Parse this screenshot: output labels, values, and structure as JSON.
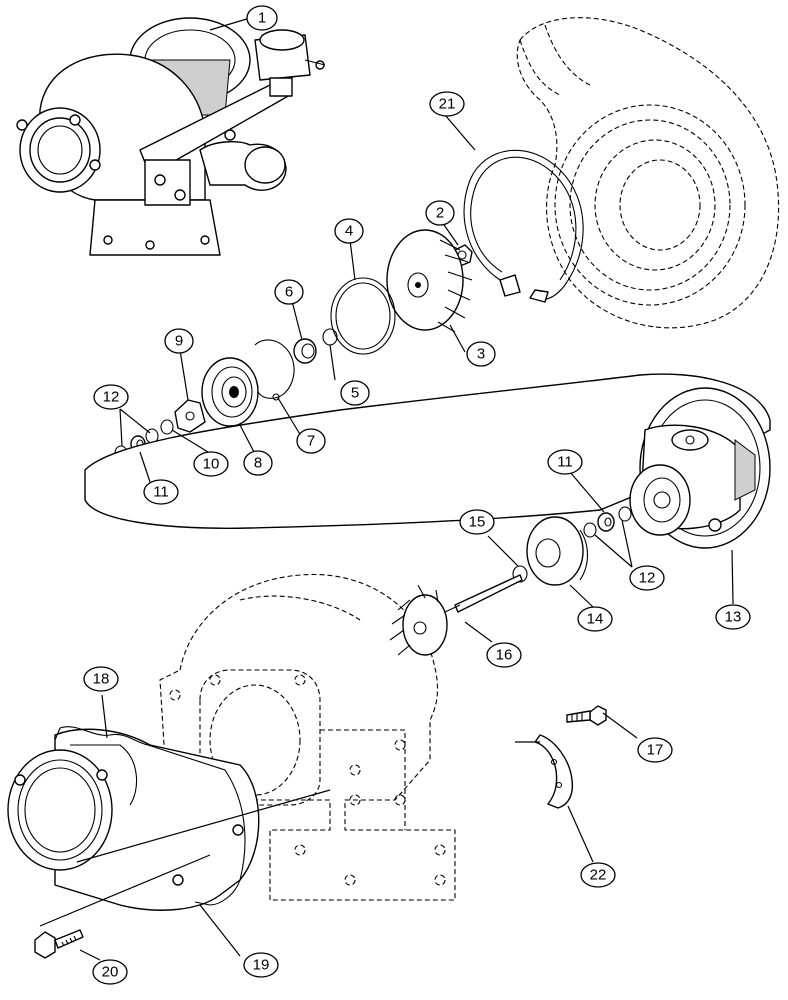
{
  "diagram": {
    "callouts": [
      {
        "id": "c1",
        "label": "1"
      },
      {
        "id": "c2",
        "label": "2"
      },
      {
        "id": "c3",
        "label": "3"
      },
      {
        "id": "c4",
        "label": "4"
      },
      {
        "id": "c5",
        "label": "5"
      },
      {
        "id": "c6",
        "label": "6"
      },
      {
        "id": "c7",
        "label": "7"
      },
      {
        "id": "c8",
        "label": "8"
      },
      {
        "id": "c9",
        "label": "9"
      },
      {
        "id": "c10",
        "label": "10"
      },
      {
        "id": "c11a",
        "label": "11"
      },
      {
        "id": "c12a",
        "label": "12"
      },
      {
        "id": "c11b",
        "label": "11"
      },
      {
        "id": "c12b",
        "label": "12"
      },
      {
        "id": "c13",
        "label": "13"
      },
      {
        "id": "c14",
        "label": "14"
      },
      {
        "id": "c15",
        "label": "15"
      },
      {
        "id": "c16",
        "label": "16"
      },
      {
        "id": "c17",
        "label": "17"
      },
      {
        "id": "c18",
        "label": "18"
      },
      {
        "id": "c19",
        "label": "19"
      },
      {
        "id": "c20",
        "label": "20"
      },
      {
        "id": "c21",
        "label": "21"
      },
      {
        "id": "c22",
        "label": "22"
      }
    ]
  }
}
